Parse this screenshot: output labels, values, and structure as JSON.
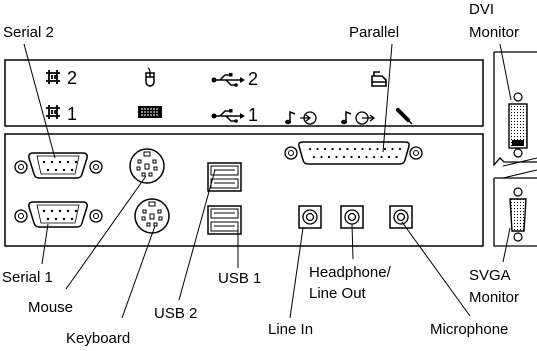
{
  "labels": {
    "serial2": "Serial 2",
    "parallel": "Parallel",
    "dvi_line1": "DVI",
    "dvi_line2": "Monitor",
    "serial1": "Serial 1",
    "mouse": "Mouse",
    "keyboard": "Keyboard",
    "usb2": "USB 2",
    "usb1": "USB 1",
    "headphone_line1": "Headphone/",
    "headphone_line2": "Line Out",
    "line_in": "Line In",
    "svga_line1": "SVGA",
    "svga_line2": "Monitor",
    "microphone": "Microphone"
  },
  "panel_icons": {
    "serial_top_num": "2",
    "serial_bottom_num": "1",
    "usb_top_num": "2",
    "usb_bottom_num": "1"
  },
  "icon_names": [
    "serial-port-icon",
    "mouse-icon",
    "usb-icon",
    "printer-icon",
    "keyboard-icon",
    "line-in-icon",
    "line-out-icon",
    "microphone-icon"
  ]
}
